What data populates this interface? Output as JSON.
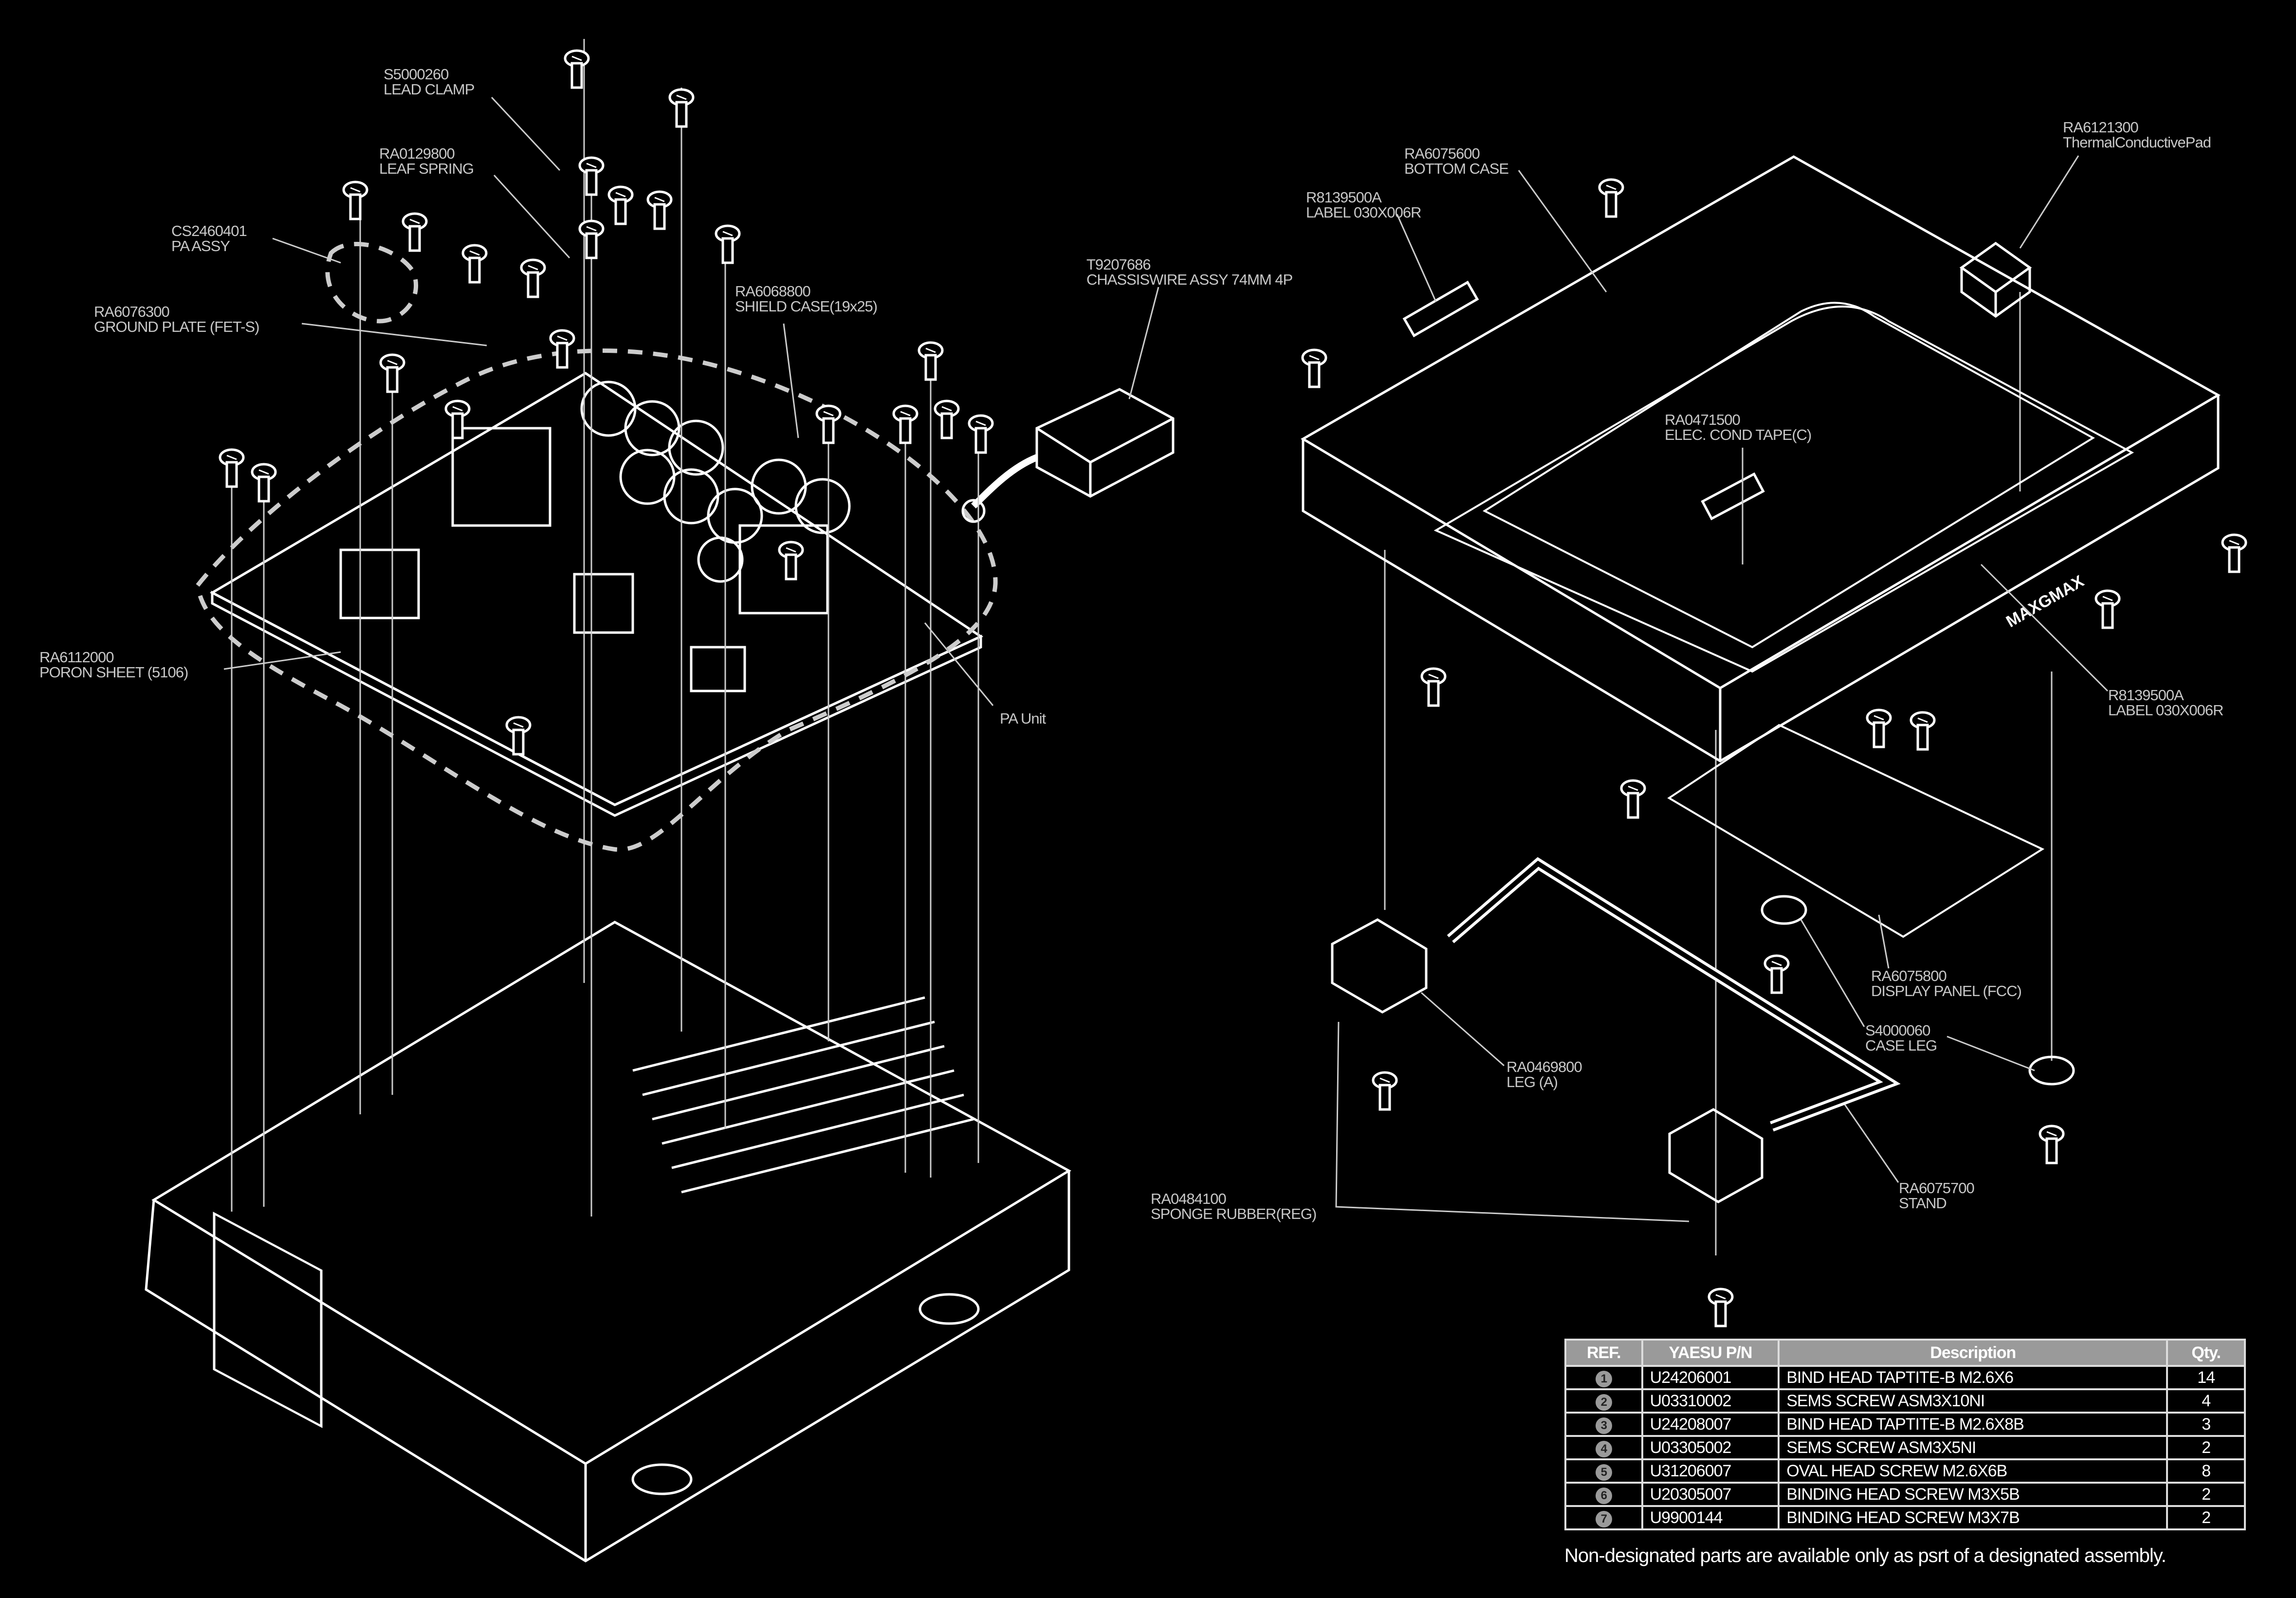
{
  "labels": {
    "lead_clamp": {
      "code": "S5000260",
      "name": "LEAD CLAMP"
    },
    "leaf_spring": {
      "code": "RA0129800",
      "name": "LEAF SPRING"
    },
    "pa_assy": {
      "code": "CS2460401",
      "name": "PA ASSY"
    },
    "ground_plate": {
      "code": "RA6076300",
      "name": "GROUND PLATE (FET-S)"
    },
    "shield_case": {
      "code": "RA6068800",
      "name": "SHIELD CASE(19x25)"
    },
    "chassis_wire": {
      "code": "T9207686",
      "name": "CHASSISWIRE ASSY 74MM 4P"
    },
    "poron_sheet": {
      "code": "RA6112000",
      "name": "PORON SHEET (5106)"
    },
    "pa_unit": {
      "name": "PA Unit"
    },
    "bottom_case": {
      "code": "RA6075600",
      "name": "BOTTOM CASE"
    },
    "label_left": {
      "code": "R8139500A",
      "name": "LABEL 030X006R"
    },
    "thermal_pad": {
      "code": "RA6121300",
      "name": "ThermalConductivePad"
    },
    "cond_tape": {
      "code": "RA0471500",
      "name": "ELEC. COND TAPE(C)"
    },
    "label_right": {
      "code": "R8139500A",
      "name": "LABEL 030X006R"
    },
    "display_panel": {
      "code": "RA6075800",
      "name": "DISPLAY PANEL (FCC)"
    },
    "case_leg": {
      "code": "S4000060",
      "name": "CASE LEG"
    },
    "leg_a": {
      "code": "RA0469800",
      "name": "LEG (A)"
    },
    "stand": {
      "code": "RA6075700",
      "name": "STAND"
    },
    "sponge_rubber": {
      "code": "RA0484100",
      "name": "SPONGE RUBBER(REG)"
    },
    "brand_mark": "MAXGMAX"
  },
  "parts_table": {
    "headers": [
      "REF.",
      "YAESU P/N",
      "Description",
      "Qty."
    ],
    "rows": [
      {
        "ref": "1",
        "pn": "U24206001",
        "desc": "BIND HEAD TAPTITE-B M2.6X6",
        "qty": "14"
      },
      {
        "ref": "2",
        "pn": "U03310002",
        "desc": "SEMS SCREW ASM3X10NI",
        "qty": "4"
      },
      {
        "ref": "3",
        "pn": "U24208007",
        "desc": "BIND HEAD TAPTITE-B M2.6X8B",
        "qty": "3"
      },
      {
        "ref": "4",
        "pn": "U03305002",
        "desc": "SEMS SCREW ASM3X5NI",
        "qty": "2"
      },
      {
        "ref": "5",
        "pn": "U31206007",
        "desc": "OVAL HEAD SCREW M2.6X6B",
        "qty": "8"
      },
      {
        "ref": "6",
        "pn": "U20305007",
        "desc": "BINDING HEAD SCREW M3X5B",
        "qty": "2"
      },
      {
        "ref": "7",
        "pn": "U9900144",
        "desc": "BINDING HEAD SCREW M3X7B",
        "qty": "2"
      }
    ],
    "note": "Non-designated parts are available only as psrt of a designated assembly."
  },
  "colors": {
    "background": "#000000",
    "line": "#ffffff",
    "label": "#c8c8c8",
    "header": "#9a9a9a"
  }
}
